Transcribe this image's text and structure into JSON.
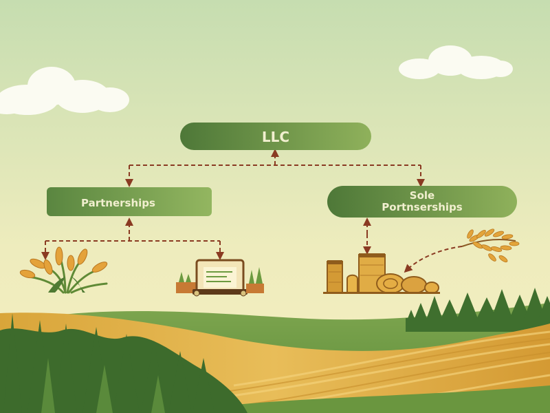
{
  "diagram": {
    "root": {
      "label": "LLC"
    },
    "left": {
      "label": "Partnerships"
    },
    "right": {
      "label_line1": "Sole",
      "label_line2": "Portnserships"
    }
  },
  "colors": {
    "sky_top": "#c9dfb3",
    "sky_bottom": "#f3efbe",
    "node_green_dark": "#4f7a3a",
    "node_green_light": "#8fb25c",
    "arrow": "#8a3a22",
    "field_gold": "#d9a63b",
    "field_light": "#f0c968",
    "hill_green": "#6f9a43",
    "grass_dark": "#3d6b2c"
  },
  "icons": [
    "wheat-bundle-icon",
    "farm-ledger-icon",
    "grain-silo-hay-icon",
    "wheat-branch-icon",
    "cloud-icon"
  ]
}
